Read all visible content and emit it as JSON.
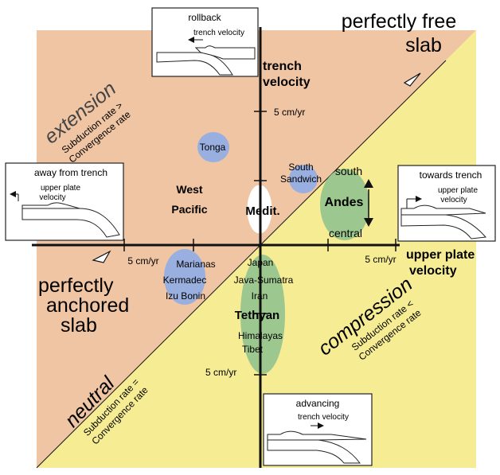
{
  "colors": {
    "extension_region": "#EFC5A4",
    "compression_region": "#F6EC93",
    "blue_ellipse": "#98AFDF",
    "green_ellipse": "#9CC78E",
    "white_ellipse": "#FFFFFF"
  },
  "axes": {
    "x_label_1": "upper plate",
    "x_label_2": "velocity",
    "y_label_1": "trench",
    "y_label_2": "velocity",
    "x_tick_left": "5 cm/yr",
    "x_tick_right": "5 cm/yr",
    "y_tick_top": "5 cm/yr",
    "y_tick_bottom": "5 cm/yr"
  },
  "free_slab": {
    "line1": "perfectly free",
    "line2": "slab"
  },
  "anchored_slab": {
    "line1": "perfectly",
    "line2": "anchored",
    "line3": "slab"
  },
  "extension": {
    "title": "extension",
    "line1": "Subduction rate >",
    "line2": "Convergence rate"
  },
  "compression": {
    "title": "compression",
    "line1": "Subduction rate <",
    "line2": "Convergence rate"
  },
  "neutral": {
    "title": "neutral",
    "line1": "Subduction rate =",
    "line2": "Convergence rate"
  },
  "inset_rollback": {
    "title": "rollback",
    "caption": "trench velocity",
    "arrow_icon": "arrow-left-icon"
  },
  "inset_away": {
    "title": "away from trench",
    "caption_1": "upper plate",
    "caption_2": "velocity",
    "arrow_icon": "arrow-left-icon"
  },
  "inset_towards": {
    "title": "towards trench",
    "caption_1": "upper plate",
    "caption_2": "velocity",
    "arrow_icon": "arrow-right-icon"
  },
  "inset_advancing": {
    "title": "advancing",
    "caption": "trench velocity",
    "arrow_icon": "arrow-right-icon"
  },
  "regions": {
    "tonga": "Tonga",
    "south_sandwich_1": "South",
    "south_sandwich_2": "Sandwich",
    "west_pacific_1": "West",
    "west_pacific_2": "Pacific",
    "medit": "Medit.",
    "andes": "Andes",
    "andes_south": "south",
    "andes_central": "central",
    "marianas": "Marianas",
    "kermadec": "Kermadec",
    "izu_bonin": "Izu Bonin",
    "japan": "Japan",
    "java_sumatra": "Java-Sumatra",
    "iran": "Iran",
    "tethyan": "Tethyan",
    "himalayas": "Himalayas",
    "tibet": "Tibet"
  }
}
